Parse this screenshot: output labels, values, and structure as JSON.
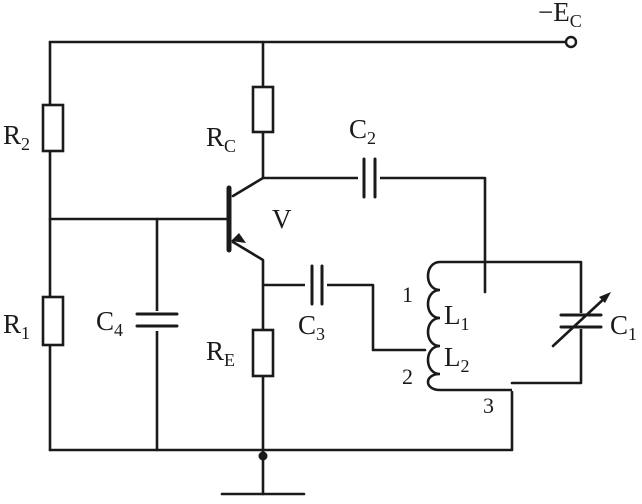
{
  "supply": {
    "label": "−E",
    "sub": "C"
  },
  "resistors": {
    "r2": {
      "label": "R",
      "sub": "2"
    },
    "rc": {
      "label": "R",
      "sub": "C"
    },
    "r1": {
      "label": "R",
      "sub": "1"
    },
    "re": {
      "label": "R",
      "sub": "E"
    }
  },
  "capacitors": {
    "c2": {
      "label": "C",
      "sub": "2"
    },
    "c3": {
      "label": "C",
      "sub": "3"
    },
    "c4": {
      "label": "C",
      "sub": "4"
    },
    "c1": {
      "label": "C",
      "sub": "1"
    }
  },
  "transistor": {
    "label": "V"
  },
  "inductors": {
    "l1": {
      "label": "L",
      "sub": "1"
    },
    "l2": {
      "label": "L",
      "sub": "2"
    }
  },
  "taps": {
    "t1": "1",
    "t2": "2",
    "t3": "3"
  }
}
